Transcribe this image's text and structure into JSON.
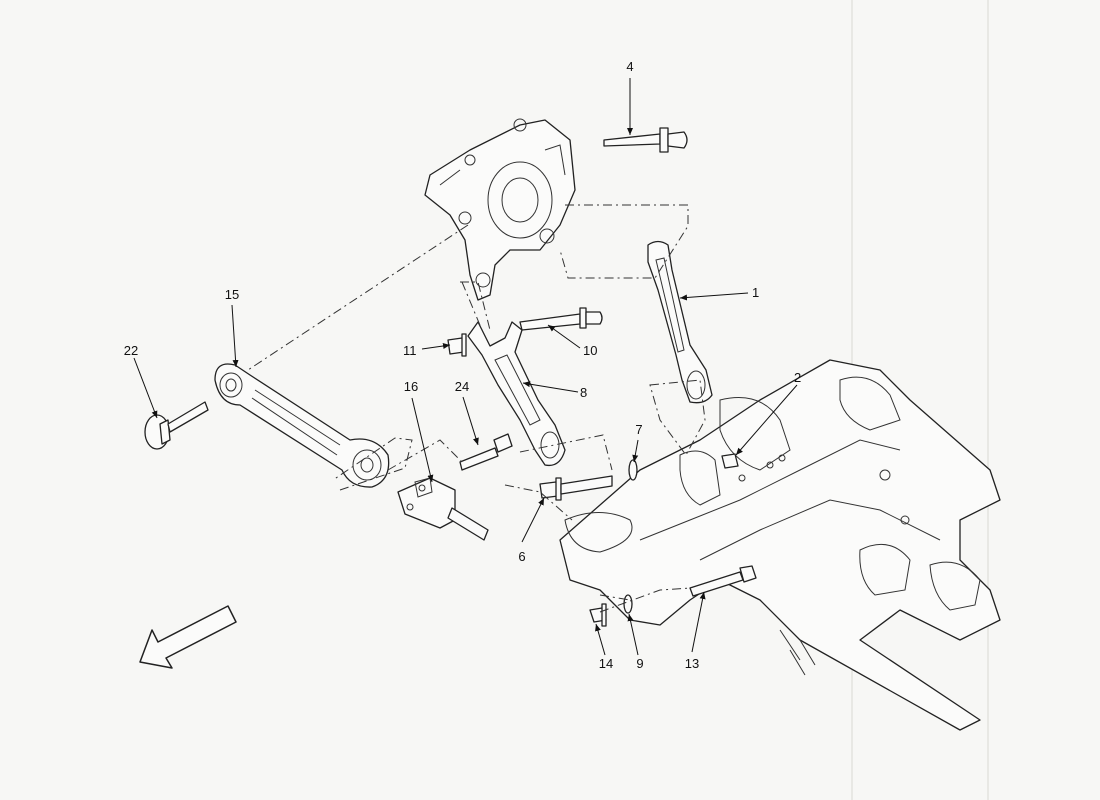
{
  "callouts": {
    "c1": "1",
    "c2": "2",
    "c4": "4",
    "c6": "6",
    "c7": "7",
    "c8": "8",
    "c9": "9",
    "c10": "10",
    "c11": "11",
    "c13": "13",
    "c14": "14",
    "c15": "15",
    "c16": "16",
    "c22": "22",
    "c24": "24"
  },
  "icons": {
    "direction": "arrow-down-left-icon"
  }
}
